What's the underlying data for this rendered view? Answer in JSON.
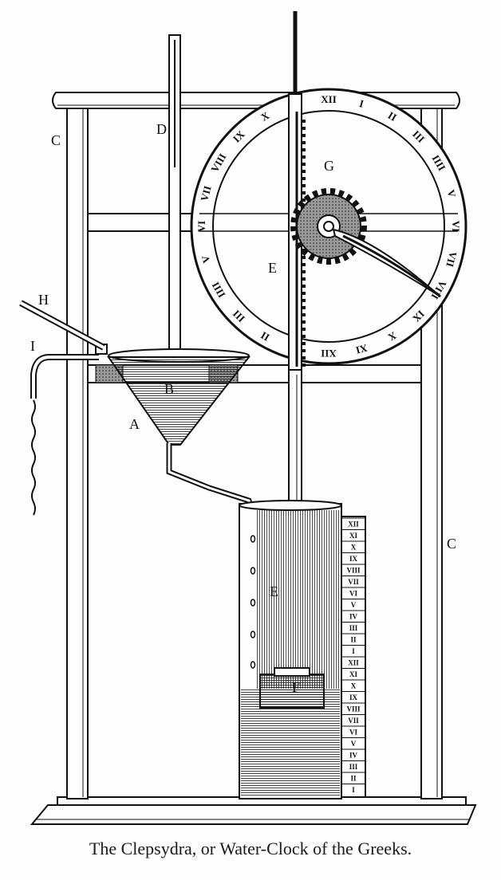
{
  "caption": "The Clepsydra, or Water-Clock of the Greeks.",
  "labels": {
    "A": "A",
    "B": "B",
    "C_left": "C",
    "C_right": "C",
    "D": "D",
    "E_rack": "E",
    "E_float": "E",
    "F": "F",
    "G": "G",
    "H": "H",
    "I": "I"
  },
  "dial_numerals": [
    "I",
    "II",
    "III",
    "IIII",
    "V",
    "VI",
    "VII",
    "VIII",
    "IX",
    "X",
    "XI",
    "XII",
    "I",
    "II",
    "III",
    "IIII",
    "V",
    "VI",
    "VII",
    "VIII",
    "IX",
    "X",
    "XI",
    "XII"
  ],
  "scale_numerals": [
    "XII",
    "XI",
    "X",
    "IX",
    "VIII",
    "VII",
    "VI",
    "V",
    "IV",
    "III",
    "II",
    "I",
    "XII",
    "XI",
    "X",
    "IX",
    "VIII",
    "VII",
    "VI",
    "V",
    "IV",
    "III",
    "II",
    "I"
  ],
  "colors": {
    "ink": "#111111",
    "paper": "#fdfdfb"
  }
}
